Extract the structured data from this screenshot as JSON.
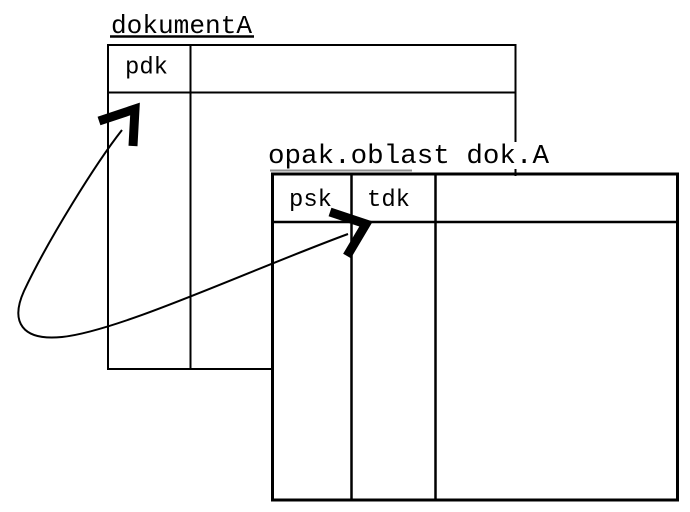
{
  "colors": {
    "background": "#ffffff",
    "ink": "#000000",
    "faded_underline": "#8f8f8f"
  },
  "document_table": {
    "title": "dokumentA",
    "header_cells": [
      {
        "label": "pdk"
      },
      {
        "label": ""
      }
    ]
  },
  "area_table": {
    "title": "opak.oblast dok.A",
    "header_cells": [
      {
        "label": "psk"
      },
      {
        "label": "tdk"
      },
      {
        "label": ""
      }
    ]
  }
}
